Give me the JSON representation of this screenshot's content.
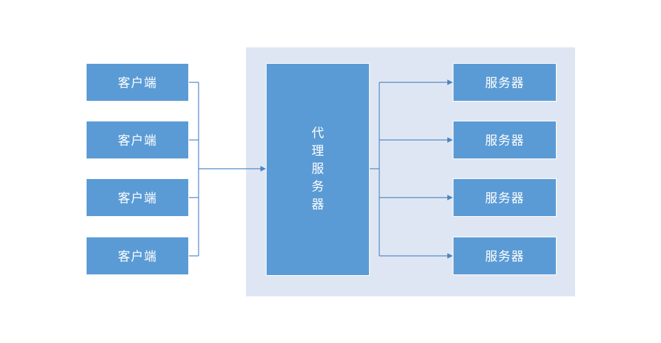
{
  "colors": {
    "box_fill": "#5b9bd5",
    "box_text": "#ffffff",
    "group_background": "#dfe6f3",
    "connector": "#4a86c5"
  },
  "clients": [
    {
      "label": "客户端"
    },
    {
      "label": "客户端"
    },
    {
      "label": "客户端"
    },
    {
      "label": "客户端"
    }
  ],
  "proxy": {
    "label_chars": [
      "代",
      "理",
      "服",
      "务",
      "器"
    ]
  },
  "servers": [
    {
      "label": "服务器"
    },
    {
      "label": "服务器"
    },
    {
      "label": "服务器"
    },
    {
      "label": "服务器"
    }
  ]
}
